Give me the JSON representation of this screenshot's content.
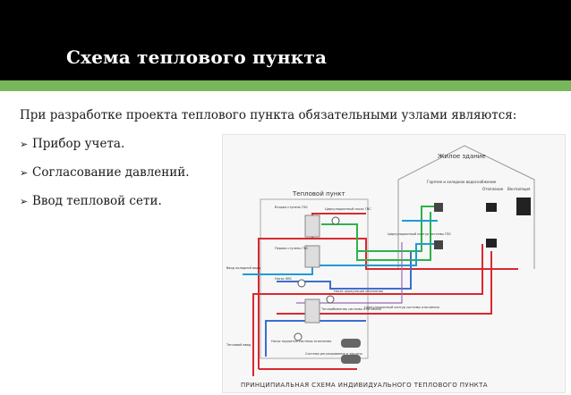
{
  "slide": {
    "title": "Схема теплового пункта",
    "intro": "При разработке проекта теплового пункта обязательными узлами являются:",
    "bullets": [
      "Прибор учета.",
      "Согласование давлений.",
      "Ввод тепловой сети."
    ],
    "bullet_glyph": "➢"
  },
  "diagram": {
    "building_label": "Жилое здание",
    "substation_label": "Тепловой пункт",
    "caption": "ПРИНЦИПИАЛЬНАЯ СХЕМА ИНДИВИДУАЛЬНОГО ТЕПЛОВОГО ПУНКТА",
    "labels": {
      "hot_cold_water": "Горячее и холодное водоснабжение",
      "heating": "Отопление",
      "ventilation": "Вентиляция",
      "stage2_dhw": "Вторая ступень ГВС",
      "circ_pump_dhw": "Циркуляционный насос ГВС",
      "stage1_dhw": "Первая ступень ГВС",
      "circ_loop_dhw": "Циркуляционный контур системы ГВС",
      "cold_water_in": "Ввод холодной воды",
      "pump_cw": "Насос ХВС",
      "circ_pump_heating": "Насос циркуляции отопления",
      "heat_exchanger": "Теплообменник системы отопления",
      "circ_loop_heating": "Циркуляционный контур системы отопления",
      "makeup_pump": "Насос подпитки системы отопления",
      "heat_input": "Тепловой ввод",
      "control_system": "Система регулирования и защиты"
    },
    "colors": {
      "supply": "#d9292f",
      "return": "#3a6fd0",
      "dhw": "#2db34a",
      "cold": "#1f9bd6",
      "frame": "#999999"
    }
  }
}
